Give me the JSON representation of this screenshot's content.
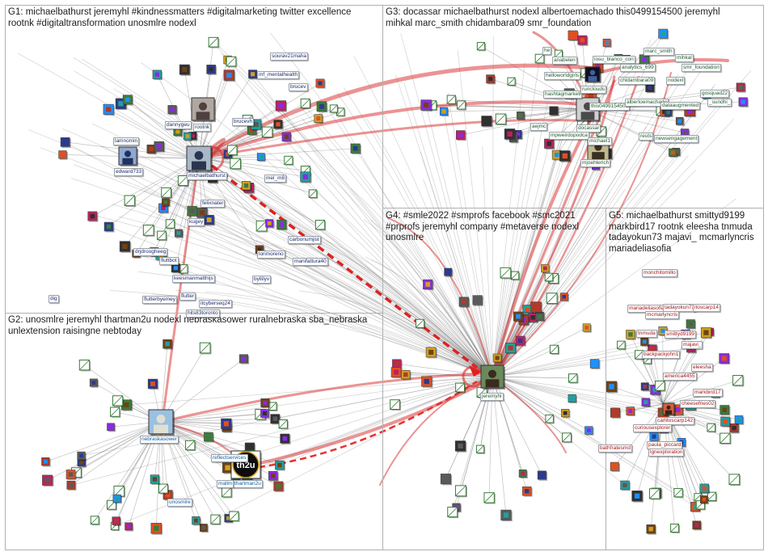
{
  "groups": [
    {
      "id": "G1",
      "title": "G1: michaelbathurst jeremyhl #kindnessmatters #digitalmarketing twitter excellence\nrootnk #digitaltransformation unosmlre nodexl"
    },
    {
      "id": "G2",
      "title": "G2: unosmlre jeremyhl thartman2u nodexl nebraskasower ruralnebraska sba_nebraska\nunlextension raisingne nebtoday"
    },
    {
      "id": "G3",
      "title": "G3: docassar michaelbathurst nodexl albertoemachado this0499154500 jeremyhl\nmihkal marc_smith chidambara09 smr_foundation"
    },
    {
      "id": "G4",
      "title": "G4: #smle2022 #smprofs facebook #smc2021\n#prprofs jeremyhl company #metaverse nodexl\nunosmlre"
    },
    {
      "id": "G5",
      "title": "G5: michaelbathurst smittyd9199\nmarkbird17 rootnk eleesha tnmuda\ntadayokun73 majavi_ mcmarlyncris\nmariadeliasofia"
    }
  ],
  "hubs": {
    "michaelbathurst": "michaelbathurst",
    "jeremyhl": "jeremyhl",
    "nebraskasower": "nebraskasower",
    "thartman2u": "thartman2u",
    "docassar": "docassar",
    "th2u_logo": "th2u"
  },
  "labels": {
    "g1": [
      "sourav21maha",
      "mf_mentalhealth",
      "brucev",
      "dannygeu",
      "rootnk",
      "brucevh",
      "lamnomin",
      "edward733",
      "mel_m8",
      "felixnater",
      "kugey",
      "carbonumjist",
      "lorimoreno",
      "manifattura40",
      "drjdroogheeg",
      "fluttbot",
      "keesmanmatthijs",
      "flutter",
      "byllilyv",
      "flutterbyemey",
      "itcyberseq24",
      "hits83toronto",
      "dig"
    ],
    "g2": [
      "reflectservices",
      "mallm",
      "unosmlre"
    ],
    "g3": [
      "he",
      "anabelen",
      "iosu_blanco_con",
      "marc_smith",
      "mihkal",
      "analytics_699",
      "smr_foundation",
      "helloworldgirls",
      "chidambara09",
      "nodexl",
      "gosquad22",
      "hashtagmarketi",
      "this0499154500",
      "albertoemachado",
      "dataaugmented",
      "_sundhi_",
      "aejmc",
      "runclouds",
      "mpweirdopodca",
      "michael1",
      "reuts",
      "newsengagement",
      "mjoehlerich"
    ],
    "g5": [
      "monchitomillo",
      "mariadeliasofia",
      "tadayokun73",
      "itoscarp14",
      "mcmarlyncris",
      "tnmuda",
      "smittyd9199",
      "backpackjohn1",
      "majavi_",
      "eleesha",
      "america4455",
      "markbird17",
      "cheesefries02",
      "carlitoscarp142",
      "curiousexplorer",
      "bathfratesmd",
      "paula_piccard",
      "lgnexploration"
    ]
  }
}
